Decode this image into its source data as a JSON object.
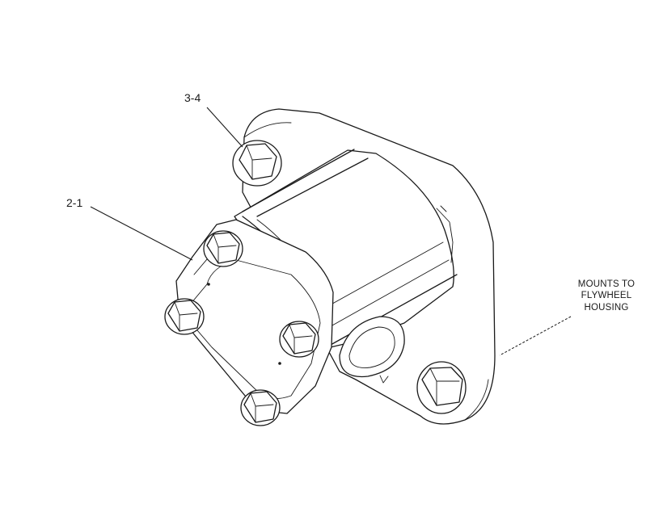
{
  "callouts": {
    "bolt_callout": "3-4",
    "pump_callout": "2-1"
  },
  "note": {
    "line1": "MOUNTS TO",
    "line2": "FLYWHEEL",
    "line3": "HOUSING"
  }
}
